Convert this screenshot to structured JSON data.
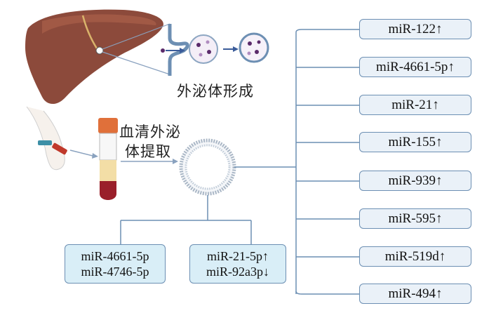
{
  "labels": {
    "exosome_formation": "外泌体形成",
    "serum_extraction_line1": "血清外泌",
    "serum_extraction_line2": "体提取"
  },
  "mirna_list": [
    "miR-122↑",
    "miR-4661-5p↑",
    "miR-21↑",
    "miR-155↑",
    "miR-939↑",
    "miR-595↑",
    "miR-519d↑",
    "miR-494↑"
  ],
  "bottom_boxes": [
    {
      "line1": "miR-4661-5p",
      "line2": "miR-4746-5p"
    },
    {
      "line1": "miR-21-5p↑",
      "line2": "miR-92a3p↓"
    }
  ],
  "colors": {
    "connector": "#6c8fb3",
    "box_fill": "#eaf1f8",
    "bottom_box_fill": "#d9eef7",
    "liver": "#8c4a3b",
    "tube_cap": "#e0703a",
    "serum": "#f3dea6",
    "blood": "#9a1f2a"
  },
  "icons": [
    "liver-icon",
    "exosome-release-icon",
    "blood-draw-icon",
    "blood-tube-icon",
    "exosome-vesicle-icon"
  ]
}
